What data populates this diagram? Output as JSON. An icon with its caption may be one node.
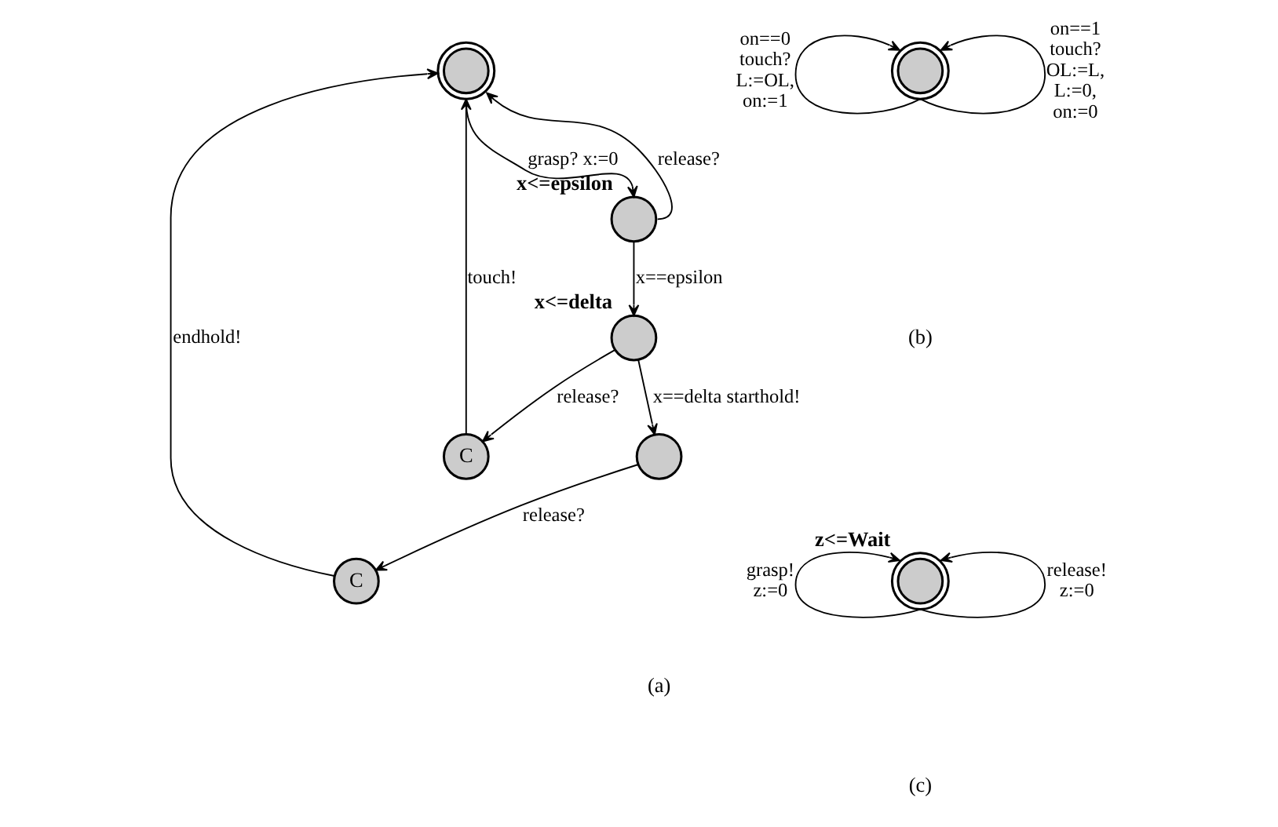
{
  "diagram": {
    "nodes": [
      {
        "text": [],
        "shape": "circle"
      },
      {
        "text": [],
        "shape": "circle",
        "beside": [
          "x<=epsilon"
        ]
      },
      {
        "text": [],
        "shape": "circle",
        "beside": [
          "x<=delta"
        ]
      },
      {
        "text": [],
        "shape": "circle"
      },
      {
        "text": [
          "C"
        ]
      },
      {
        "text": [
          "C"
        ]
      },
      {
        "text": [],
        "shape": "circle"
      },
      {
        "text": [],
        "shape": "circle",
        "beside": [
          "z<=Wait"
        ]
      }
    ],
    "edges": [
      {
        "from": 0,
        "to": 1,
        "arrow": "to",
        "label": "grasp? x:=0"
      },
      {
        "from": 1,
        "to": 0,
        "arrow": "to",
        "label": "release?"
      },
      {
        "from": 1,
        "to": 2,
        "arrow": "to",
        "label": "x==epsilon"
      },
      {
        "from": 2,
        "to": 4,
        "arrow": "to",
        "label": "release?"
      },
      {
        "from": 4,
        "to": 0,
        "arrow": "to",
        "label": "touch!"
      },
      {
        "from": 2,
        "to": 3,
        "arrow": "to",
        "label": "x==delta starthold!"
      },
      {
        "from": 3,
        "to": 5,
        "arrow": "to",
        "label": "release?"
      },
      {
        "from": 5,
        "to": 0,
        "arrow": "to",
        "label": "endhold!"
      },
      {
        "from": 6,
        "to": 6,
        "arrow": "to",
        "label": "on==0 touch? L:=OL, on:=1"
      },
      {
        "from": 6,
        "to": 6,
        "arrow": "to",
        "label": "on==1 touch? OL:=L, L:=0, on:=0"
      },
      {
        "from": 7,
        "to": 7,
        "arrow": "to",
        "label": "grasp! z:=0"
      },
      {
        "from": 7,
        "to": 7,
        "arrow": "to",
        "label": "release! z:=0"
      }
    ],
    "labels": [
      "(a)",
      "(b)",
      "(c)"
    ]
  }
}
